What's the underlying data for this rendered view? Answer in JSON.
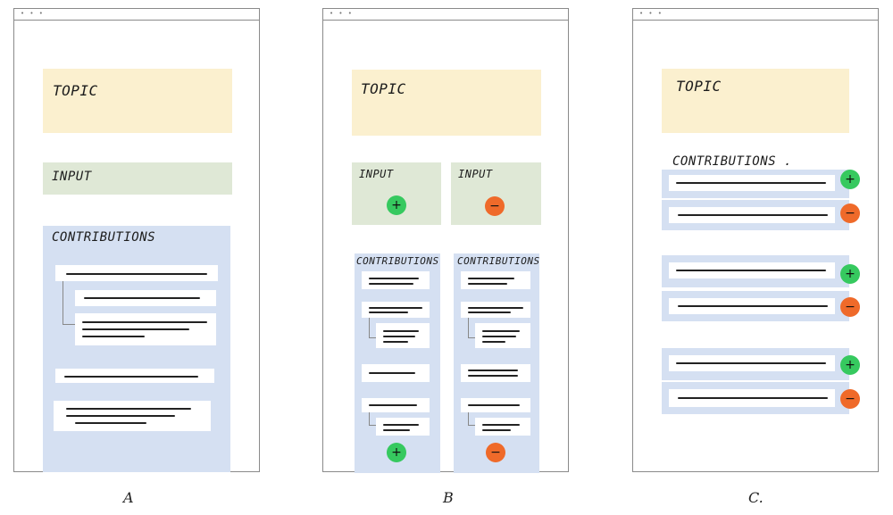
{
  "labels": {
    "topic": "TOPIC",
    "input": "INPUT",
    "contributions": "CONTRIBUTIONS",
    "contributions_c": "CONTRIBUTIONS ."
  },
  "signs": {
    "plus": "+",
    "minus": "−"
  },
  "captions": {
    "a": "A",
    "b": "B",
    "c": "C."
  },
  "colors": {
    "topic": "#fbf0cf",
    "input": "#dfe8d6",
    "contributions": "#d5e0f2",
    "positive": "#36c95f",
    "negative": "#ef6a2a"
  },
  "window_dots": "• • •"
}
